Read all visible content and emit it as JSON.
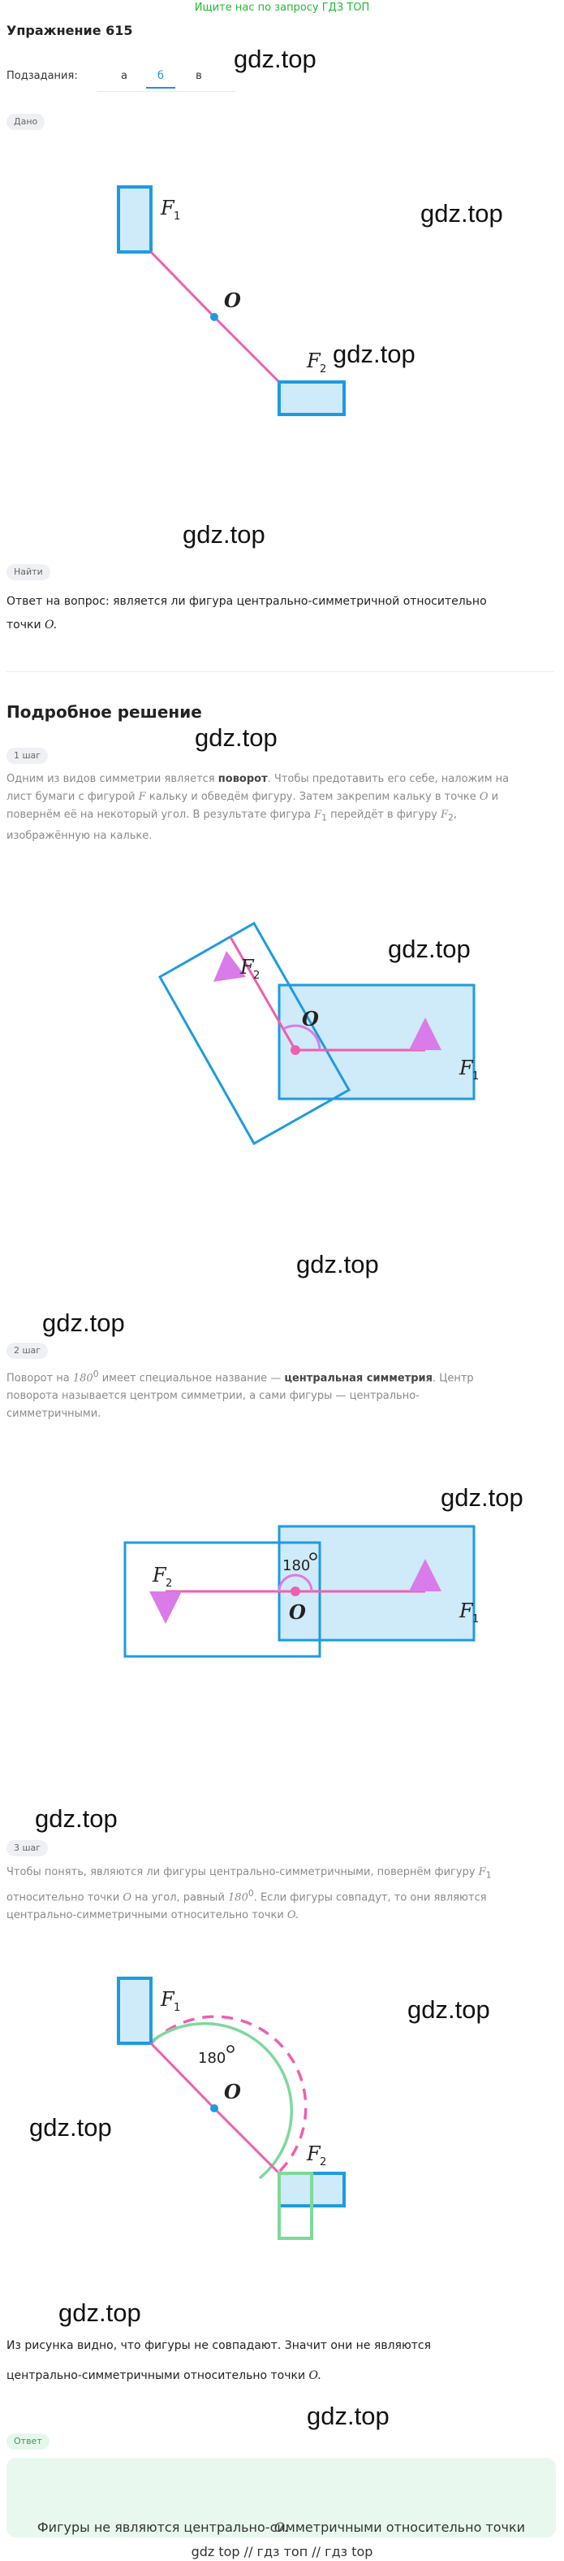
{
  "top_link": "Ищите нас по запросу ГДЗ ТОП",
  "title": "Упражнение 615",
  "subtasks": {
    "label": "Подзадания:",
    "tabs": [
      "а",
      "б",
      "в"
    ],
    "active": "б"
  },
  "watermark": "gdz.top",
  "given": {
    "pill": "Дано",
    "labels": {
      "f1": "F",
      "f1_sub": "1",
      "f2": "F",
      "f2_sub": "2",
      "o": "O"
    }
  },
  "find": {
    "pill": "Найти",
    "question_line1": "Ответ на вопрос: является ли фигура центрально-симметричной относительно",
    "question_line2": "точки",
    "point": "O."
  },
  "solution_title": "Подробное решение",
  "step1": {
    "pill": "1 шаг",
    "line1_a": "Одним из видов симметрии является ",
    "line1_b": "поворот",
    "line1_c": ". Чтобы предотавить его себе, наложим на",
    "line2_a": "лист бумаги с фигурой ",
    "line2_F": "F",
    "line2_b": " кальку и обведём фигуру. Затем закрепим кальку в точке ",
    "line2_O": "O",
    "line2_c": " и",
    "line3_a": "повернём её на некоторый угол. В результате фигура ",
    "line3_F1": "F",
    "line3_F1_sub": "1",
    "line3_b": " перейдёт в фигуру ",
    "line3_F2": "F",
    "line3_F2_sub": "2",
    "line3_c": ",",
    "line4": "изображённую на кальке."
  },
  "step2": {
    "pill": "2 шаг",
    "line1_a": "Поворот на ",
    "line1_deg": "180",
    "line1_deg_sup": "0",
    "line1_b": " имеет специальное название — ",
    "line1_c": "центральная симметрия",
    "line1_d": ". Центр",
    "line2": "поворота называется центром симметрии, а сами фигуры — центрально-",
    "line3": "симметричными.",
    "angle": "180"
  },
  "step3": {
    "pill": "3 шаг",
    "line1_a": "Чтобы понять, являются ли фигуры центрально-симметричными, повернём фигуру ",
    "line1_F": "F",
    "line1_F_sub": "1",
    "line2_a": "относительно точки ",
    "line2_O": "O",
    "line2_b": " на угол, равный ",
    "line2_deg": "180",
    "line2_deg_sup": "0",
    "line2_c": ". Если фигуры совпадут, то они являются",
    "line3_a": "центрально-симметричными относительно точки ",
    "line3_O": "O."
  },
  "conclusion_line1": "Из рисунка видно, что фигуры не совпадают. Значит они не являются",
  "conclusion_line2_a": "центрально-симметричными относительно точки ",
  "conclusion_line2_O": "O.",
  "answer": {
    "pill": "Ответ",
    "text_a": "Фигуры не являются центрально-симметричными относительно точки ",
    "text_O": "O."
  },
  "footer": [
    "gdz top",
    "//",
    "гдз топ",
    "//",
    "гдз top"
  ],
  "colors": {
    "blue": "#1e9be0",
    "fill": "#cfeaf8",
    "pink": "#ee5fb0",
    "violet": "#d97be8",
    "mint": "#7fd89c"
  }
}
